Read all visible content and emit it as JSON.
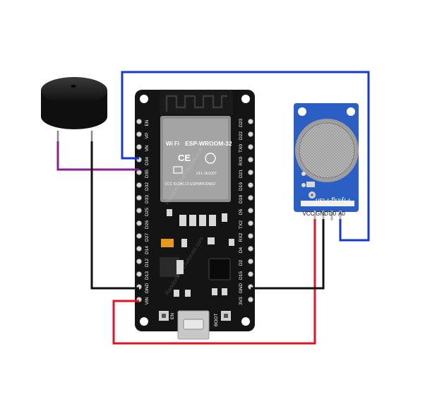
{
  "esp32": {
    "module_brand": "Wi Fi",
    "module_name": "ESP-WROOM-32",
    "ce_mark": "CE",
    "cert_id": "211-161007",
    "fcc_id": "FCC ID:2AC7Z-ESPWROOM32",
    "left_pins": [
      "EN",
      "VP",
      "VN",
      "D34",
      "D35",
      "D32",
      "D33",
      "D25",
      "D26",
      "D27",
      "D14",
      "D12",
      "D13",
      "GND",
      "VIN"
    ],
    "right_pins": [
      "D23",
      "D22",
      "TX0",
      "RX0",
      "D21",
      "D19",
      "D18",
      "D5",
      "TX2",
      "RX2",
      "D4",
      "D2",
      "D15",
      "GND",
      "3V3"
    ],
    "en_button": "EN",
    "boot_button": "BOOT",
    "watermark": "RandomNerdTutorials.com"
  },
  "sensor": {
    "brand": "Flying-Fish",
    "pins": [
      "VCC",
      "GND",
      "D0",
      "A0"
    ]
  },
  "colors": {
    "wire_blue": "#1736d6",
    "wire_purple": "#8a1f8f",
    "wire_black": "#111111",
    "wire_red": "#e0141e",
    "board_black": "#141414",
    "sensor_blue": "#2b5fc4"
  }
}
